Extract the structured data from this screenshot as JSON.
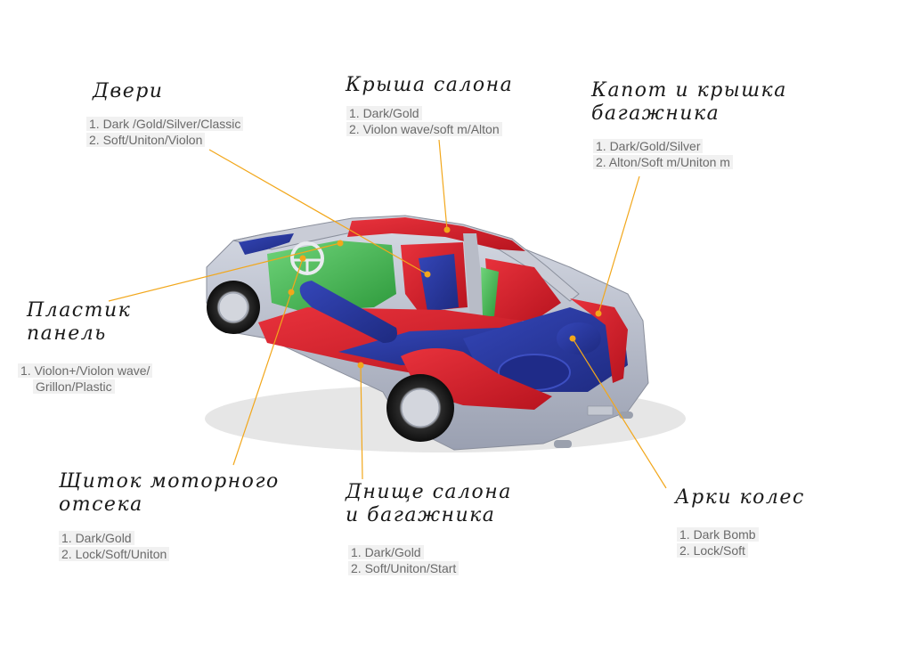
{
  "colors": {
    "leader_line": "#f2a71b",
    "body_grey": "#b4b9c8",
    "insulation_red": "#d61e2b",
    "insulation_blue": "#2b3aa0",
    "insulation_green": "#3eb04a"
  },
  "labels": {
    "doors": {
      "title": "Двери",
      "items": [
        "1. Dark /Gold/Silver/Classic",
        "2. Soft/Uniton/Violon"
      ]
    },
    "roof": {
      "title": "Крыша салона",
      "items": [
        "1. Dark/Gold",
        "2. Violon wave/soft m/Alton"
      ]
    },
    "hood": {
      "title_line1": "Капот и крышка",
      "title_line2": "багажника",
      "items": [
        "1. Dark/Gold/Silver",
        "2. Alton/Soft m/Uniton m"
      ]
    },
    "panel": {
      "title_line1": "Пластик",
      "title_line2": "панель",
      "item1_line1": "1. Violon+/Violon wave/",
      "item1_line2": "Grillon/Plastic"
    },
    "firewall": {
      "title_line1": "Щиток моторного",
      "title_line2": "отсека",
      "items": [
        "1. Dark/Gold",
        "2. Lock/Soft/Uniton"
      ]
    },
    "floor": {
      "title_line1": "Днище салона",
      "title_line2": "и багажника",
      "items": [
        "1. Dark/Gold",
        "2. Soft/Uniton/Start"
      ]
    },
    "arches": {
      "title": "Арки колес",
      "items": [
        "1. Dark Bomb",
        "2. Lock/Soft"
      ]
    }
  }
}
